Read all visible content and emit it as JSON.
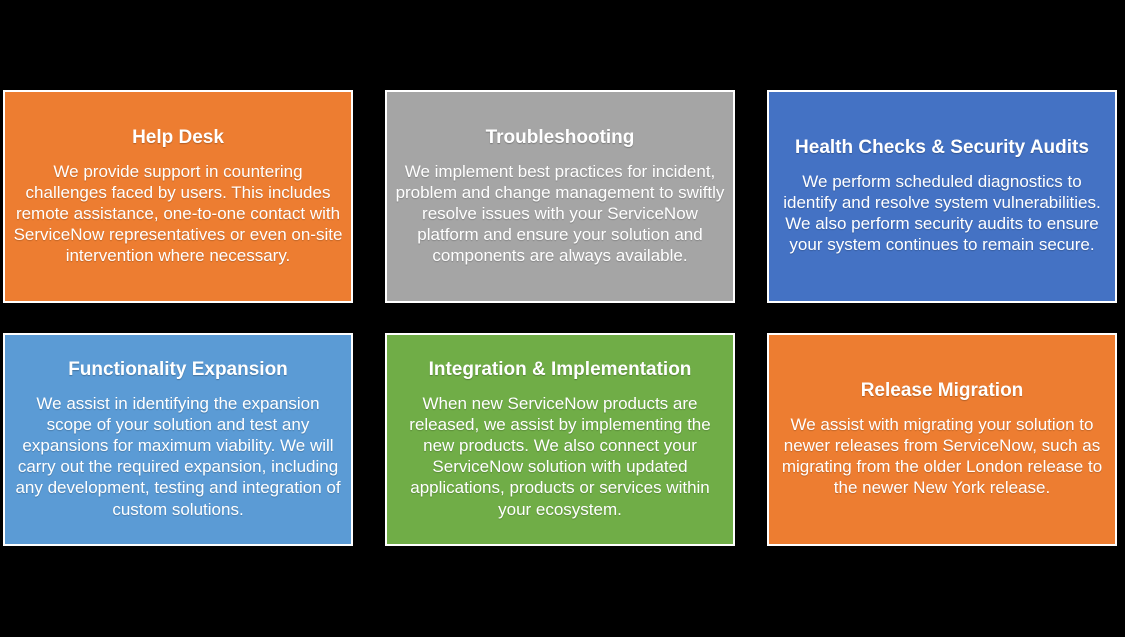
{
  "page": {
    "background_color": "#000000",
    "text_color": "#FFFFFF",
    "card_border_color": "#FFFFFF"
  },
  "cards": [
    {
      "title": "Help Desk",
      "body": "We provide support in countering challenges faced by users. This includes remote assistance, one-to-one contact with ServiceNow representatives or even on-site intervention where necessary.",
      "color": "#ED7D31"
    },
    {
      "title": "Troubleshooting",
      "body": "We implement best practices for incident, problem and change management to swiftly resolve issues with your ServiceNow platform and ensure your solution and components are always available.",
      "color": "#A5A5A5"
    },
    {
      "title": "Health Checks & Security Audits",
      "body": "We perform scheduled diagnostics to identify and resolve system vulnerabilities. We also perform security audits to ensure your system continues to remain secure.",
      "color": "#4472C4"
    },
    {
      "title": "Functionality Expansion",
      "body": "We assist in identifying the expansion scope of your solution and test any expansions for maximum viability. We will carry out the required expansion, including any development, testing and integration of custom solutions.",
      "color": "#5B9BD5"
    },
    {
      "title": "Integration & Implementation",
      "body": "When new ServiceNow products are released, we assist by implementing the new products. We also connect your ServiceNow solution with updated applications, products or services within your ecosystem.",
      "color": "#70AD47"
    },
    {
      "title": "Release Migration",
      "body": "We assist with migrating your solution to newer releases from ServiceNow, such as migrating from the older London release to the newer New York release.",
      "color": "#ED7D31"
    }
  ]
}
